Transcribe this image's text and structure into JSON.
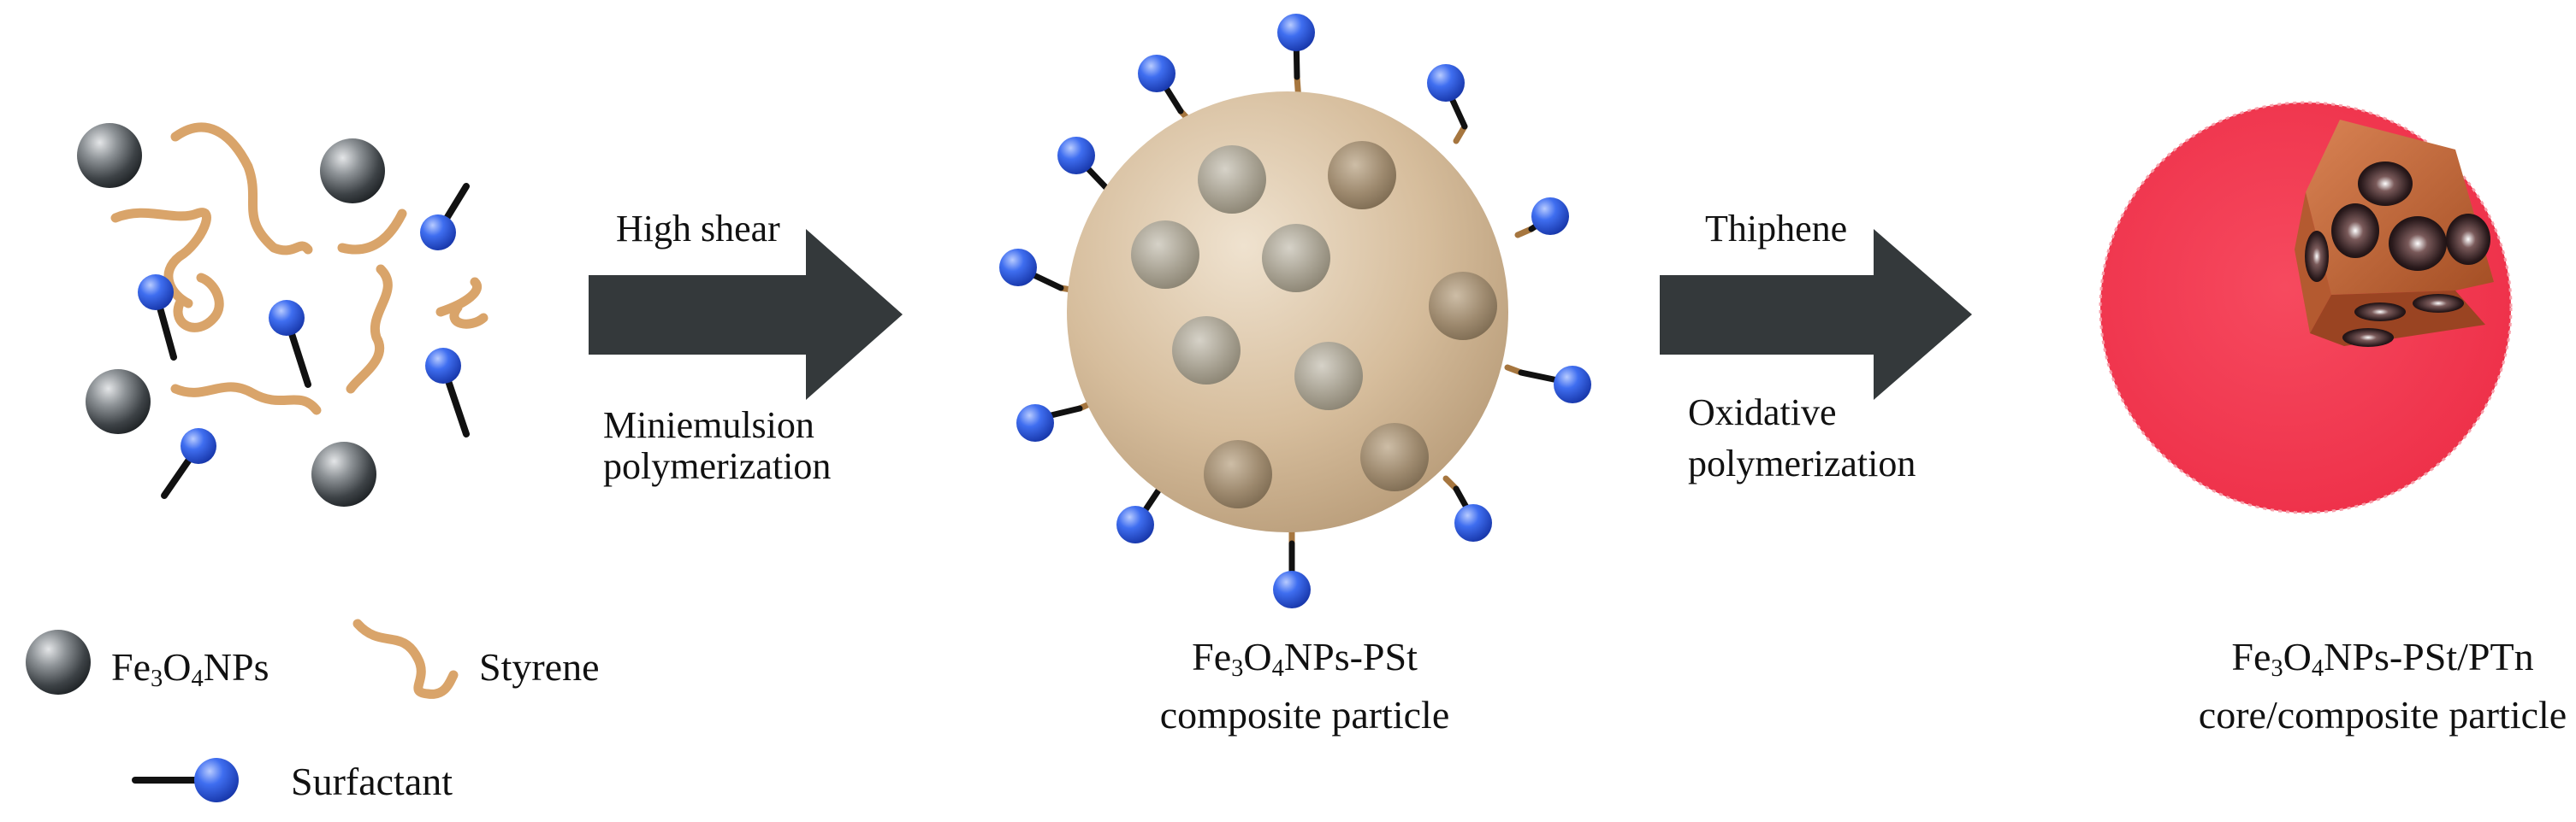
{
  "steps": {
    "step1": {
      "top": "High shear",
      "bottom_line1": "Miniemulsion",
      "bottom_line2": "polymerization"
    },
    "step2": {
      "top": "Thiphene",
      "bottom_line1": "Oxidative",
      "bottom_line2": "polymerization"
    }
  },
  "products": {
    "middle": {
      "line1_a": "Fe",
      "line1_sub1": "3",
      "line1_b": "O",
      "line1_sub2": "4",
      "line1_c": "NPs-PSt",
      "line2": "composite particle"
    },
    "right": {
      "line1_a": "Fe",
      "line1_sub1": "3",
      "line1_b": "O",
      "line1_sub2": "4",
      "line1_c": "NPs-PSt/PTn",
      "line2": "core/composite particle"
    }
  },
  "legend": {
    "np": {
      "a": "Fe",
      "sub1": "3",
      "b": "O",
      "sub2": "4",
      "c": "NPs"
    },
    "styrene": "Styrene",
    "surfactant": "Surfactant"
  },
  "colors": {
    "nanoparticle": "#4a4f53",
    "styrene": "#d9a46a",
    "surfactant_head": "#2f5fe0",
    "composite_shell": "#d8c0a2",
    "arrow": "#34393b",
    "ptn_shell": "#f2364f",
    "cutaway": "#c26a3c"
  },
  "icons": [
    "nanoparticle-icon",
    "styrene-chain-icon",
    "surfactant-icon",
    "process-arrow-icon"
  ]
}
